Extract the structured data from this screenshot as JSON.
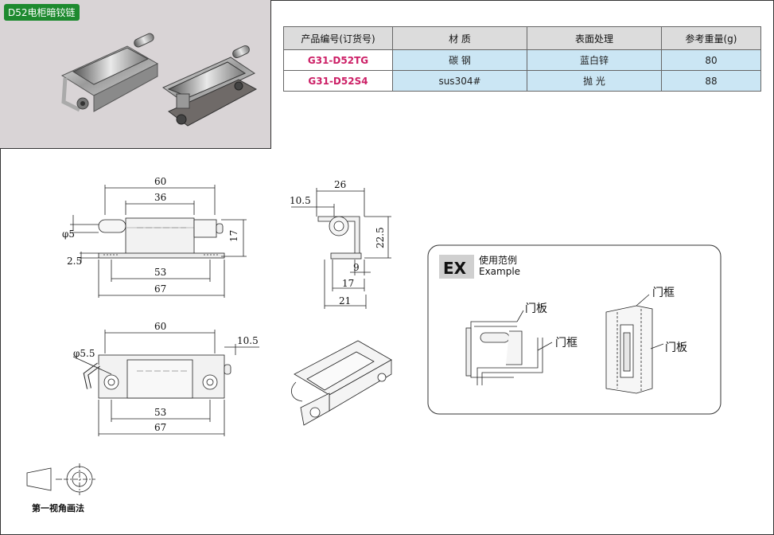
{
  "photo": {
    "title": "D52电柜暗铰链"
  },
  "spec_table": {
    "headers": [
      "产品编号(订货号)",
      "材  质",
      "表面处理",
      "参考重量(g)"
    ],
    "rows": [
      {
        "code": "G31-D52TG",
        "material": "碳 钢",
        "surface": "蓝白锌",
        "weight": "80"
      },
      {
        "code": "G31-D52S4",
        "material": "sus304#",
        "surface": "抛 光",
        "weight": "88"
      }
    ]
  },
  "dims": {
    "front_60": "60",
    "front_36": "36",
    "front_phi": "φ5",
    "front_17": "17",
    "front_25": "2.5",
    "front_53": "53",
    "front_67": "67",
    "side_26": "26",
    "side_105": "10.5",
    "side_225": "22.5",
    "side_9": "9",
    "side_17": "17",
    "side_21": "21",
    "top_60": "60",
    "top_105": "10.5",
    "top_phi": "φ5.5",
    "top_53": "53",
    "top_67": "67"
  },
  "example": {
    "badge": "EX",
    "title_cn": "使用范例",
    "title_en": "Example",
    "door_panel_1": "门板",
    "door_frame_1": "门框",
    "door_frame_2": "门框",
    "door_panel_2": "门板"
  },
  "projection": {
    "label": "第一视角画法"
  },
  "colors": {
    "title_bg": "#1e8a2f",
    "code_text": "#cc1f66",
    "cell_bg": "#cbe6f4",
    "header_bg": "#dcdcdc"
  }
}
